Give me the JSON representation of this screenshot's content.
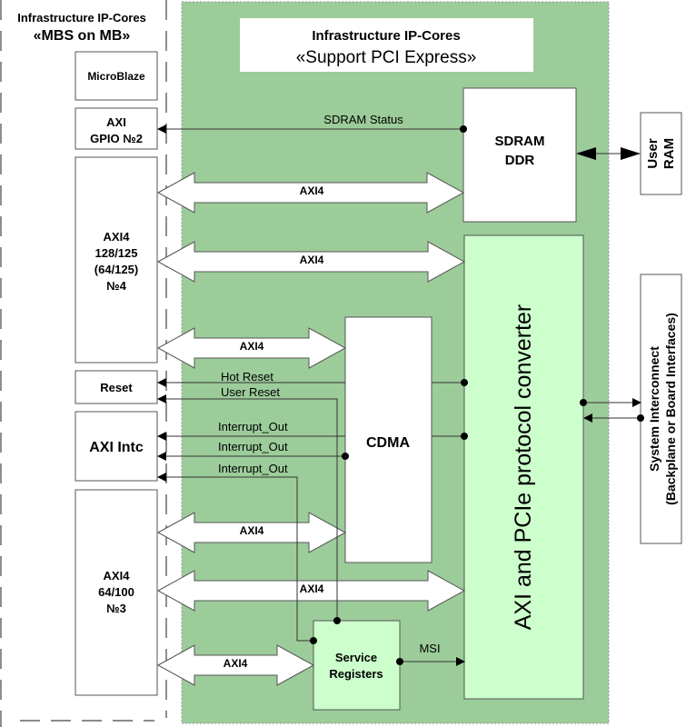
{
  "colors": {
    "region_green": "#9ccc9a",
    "block_light_green": "#ccffcc",
    "block_white": "#ffffff"
  },
  "left_region": {
    "title_line1": "Infrastructure IP-Cores",
    "title_line2": "«MBS on MB»",
    "blocks": {
      "microblaze": "MicroBlaze",
      "gpio_line1": "AXI",
      "gpio_line2": "GPIO №2",
      "axi4_no4": [
        "AXI4",
        "128/125",
        "(64/125)",
        "№4"
      ],
      "reset": "Reset",
      "intc": "AXI Intc",
      "axi4_no3": [
        "AXI4",
        "64/100",
        "№3"
      ]
    }
  },
  "main_region": {
    "title_line1": "Infrastructure IP-Cores",
    "title_line2": "«Support PCI Express»",
    "blocks": {
      "sdram_line1": "SDRAM",
      "sdram_line2": "DDR",
      "cdma": "CDMA",
      "converter": "AXI and PCIe protocol converter",
      "service_line1": "Service",
      "service_line2": "Registers"
    },
    "signals": {
      "sdram_status": "SDRAM Status",
      "hot_reset": "Hot Reset",
      "user_reset": "User Reset",
      "interrupt_out": "Interrupt_Out",
      "msi": "MSI"
    },
    "buses": [
      "AXI4",
      "AXI4",
      "AXI4",
      "AXI4",
      "AXI4",
      "AXI4"
    ]
  },
  "external": {
    "user_ram_line1": "User",
    "user_ram_line2": "RAM",
    "sys_line1": "System Interconnect",
    "sys_line2": "(Backplane or Board Interfaces)"
  }
}
